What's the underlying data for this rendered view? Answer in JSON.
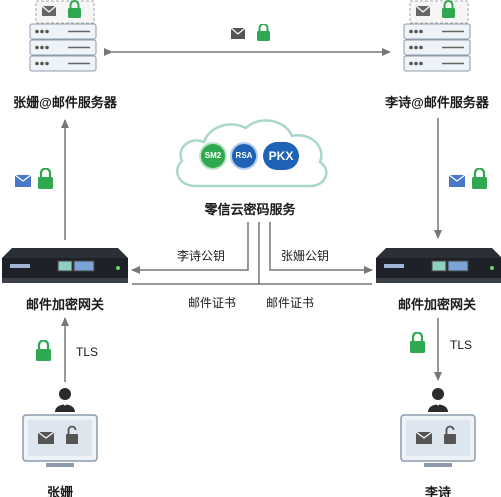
{
  "nodes": {
    "server_left": "张姗@邮件服务器",
    "server_right": "李诗@邮件服务器",
    "cloud": "零信云密码服务",
    "gateway_left": "邮件加密网关",
    "gateway_right": "邮件加密网关",
    "user_left": "张姗",
    "user_right": "李诗"
  },
  "cloud_badges": [
    "SM2",
    "RSA",
    "PKX"
  ],
  "edges": {
    "to_left_gateway": "李诗公钥",
    "to_right_gateway": "张姗公钥",
    "cert_left": "邮件证书",
    "cert_right": "邮件证书",
    "tls_left": "TLS",
    "tls_right": "TLS"
  },
  "colors": {
    "green": "#2fa84f",
    "blue_mail": "#4a78c8",
    "cloud_border": "#a9d8c8",
    "badge_blue": "#1f63b8",
    "arrow": "#777777",
    "server_bg": "#eef3f8",
    "server_border": "#9aa7b6"
  },
  "icons": [
    "mail-icon",
    "lock-icon",
    "server-icon",
    "gateway-device-icon",
    "user-icon",
    "monitor-icon",
    "cloud-icon"
  ]
}
